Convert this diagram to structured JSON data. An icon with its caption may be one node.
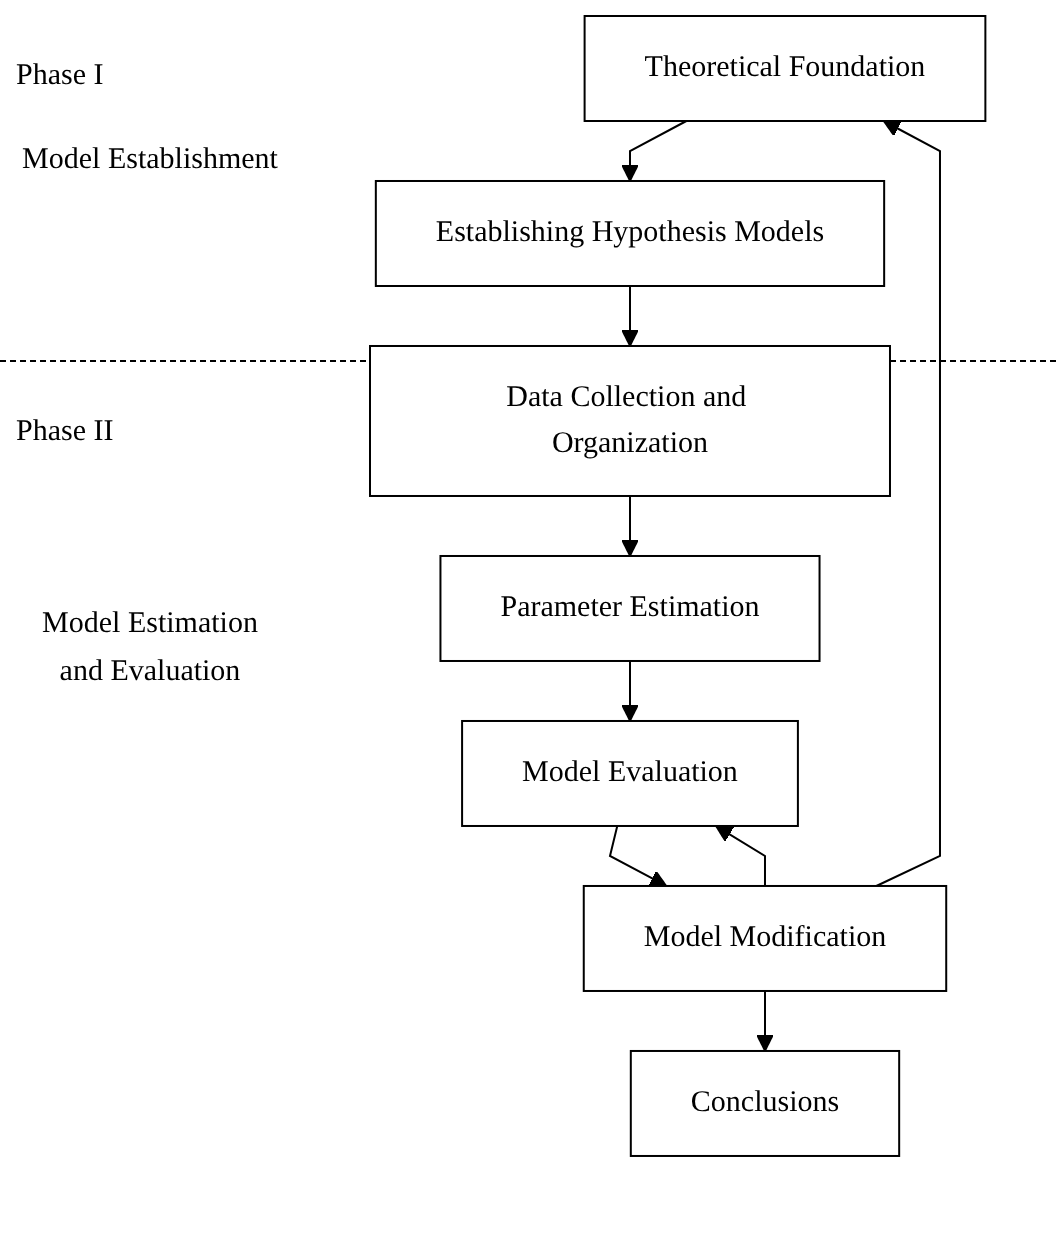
{
  "diagram": {
    "nodes": [
      {
        "text": [
          "Theoretical Foundation"
        ]
      },
      {
        "text": [
          "Establishing Hypothesis Models"
        ]
      },
      {
        "text": [
          "Data Collection and Organization"
        ]
      },
      {
        "text": [
          "Parameter Estimation"
        ]
      },
      {
        "text": [
          "Model Evaluation"
        ]
      },
      {
        "text": [
          "Model Modification"
        ]
      },
      {
        "text": [
          "Conclusions"
        ]
      }
    ],
    "edges": [
      {
        "from": 0,
        "to": 1,
        "arrow": "to"
      },
      {
        "from": 1,
        "to": 2,
        "arrow": "to"
      },
      {
        "from": 2,
        "to": 3,
        "arrow": "to"
      },
      {
        "from": 3,
        "to": 4,
        "arrow": "to"
      },
      {
        "from": 4,
        "to": 5,
        "arrow": "to"
      },
      {
        "from": 5,
        "to": 6,
        "arrow": "to"
      },
      {
        "from": 5,
        "to": 4,
        "arrow": "to"
      },
      {
        "from": 5,
        "to": 0,
        "arrow": "to"
      }
    ],
    "labels": [
      "Phase I",
      "Model Establishment",
      "Phase II",
      "Model Estimation and Evaluation"
    ]
  }
}
